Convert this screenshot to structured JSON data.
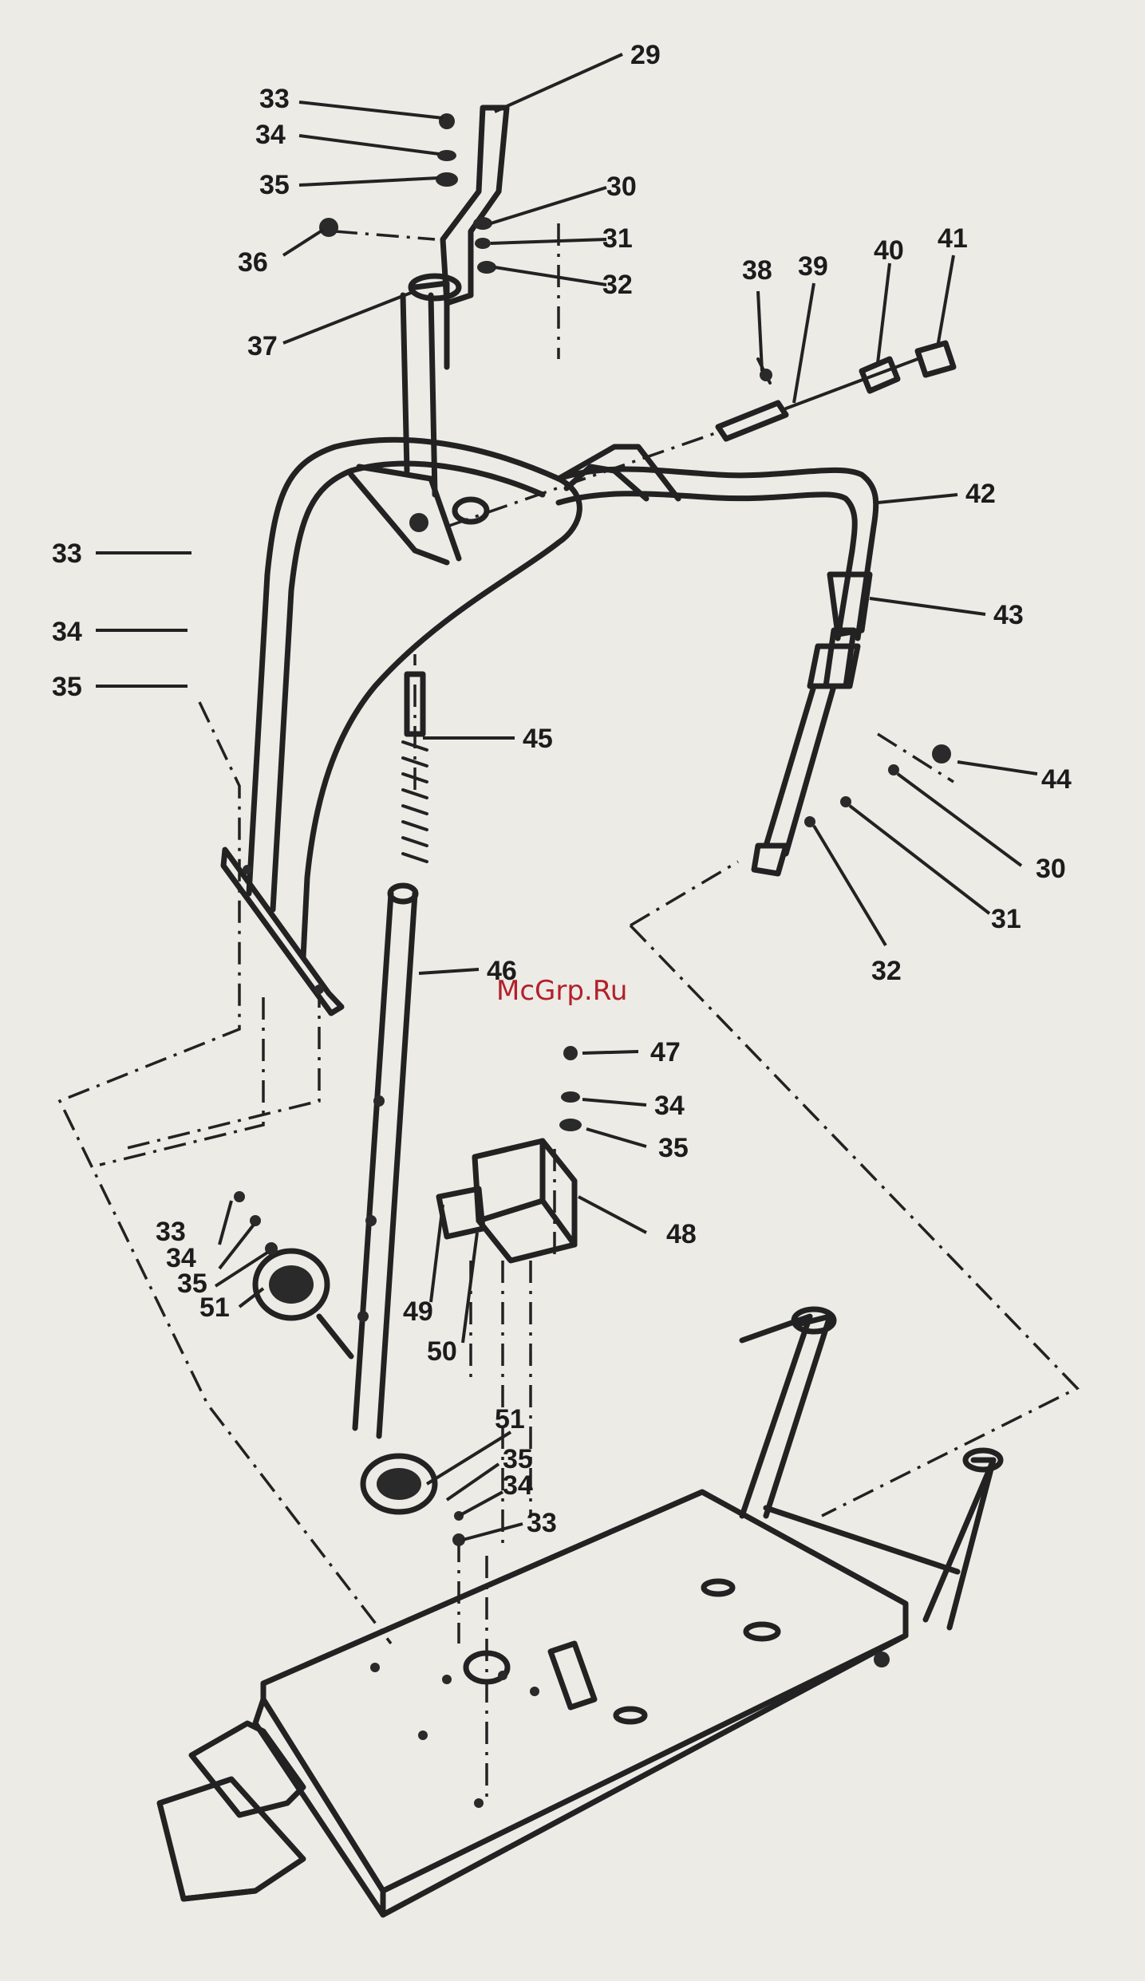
{
  "watermark": "McGrp.Ru",
  "callouts": [
    {
      "id": "c29",
      "text": "29"
    },
    {
      "id": "c30a",
      "text": "30"
    },
    {
      "id": "c31a",
      "text": "31"
    },
    {
      "id": "c32a",
      "text": "32"
    },
    {
      "id": "c33a",
      "text": "33"
    },
    {
      "id": "c34a",
      "text": "34"
    },
    {
      "id": "c35a",
      "text": "35"
    },
    {
      "id": "c36",
      "text": "36"
    },
    {
      "id": "c37",
      "text": "37"
    },
    {
      "id": "c38",
      "text": "38"
    },
    {
      "id": "c39",
      "text": "39"
    },
    {
      "id": "c40",
      "text": "40"
    },
    {
      "id": "c41",
      "text": "41"
    },
    {
      "id": "c42",
      "text": "42"
    },
    {
      "id": "c43",
      "text": "43"
    },
    {
      "id": "c33b",
      "text": "33"
    },
    {
      "id": "c34b",
      "text": "34"
    },
    {
      "id": "c35b",
      "text": "35"
    },
    {
      "id": "c45",
      "text": "45"
    },
    {
      "id": "c44",
      "text": "44"
    },
    {
      "id": "c30b",
      "text": "30"
    },
    {
      "id": "c31b",
      "text": "31"
    },
    {
      "id": "c32b",
      "text": "32"
    },
    {
      "id": "c46",
      "text": "46"
    },
    {
      "id": "c47",
      "text": "47"
    },
    {
      "id": "c34c",
      "text": "34"
    },
    {
      "id": "c35c",
      "text": "35"
    },
    {
      "id": "c48",
      "text": "48"
    },
    {
      "id": "c33c",
      "text": "33"
    },
    {
      "id": "c34d",
      "text": "34"
    },
    {
      "id": "c35d",
      "text": "35"
    },
    {
      "id": "c51a",
      "text": "51"
    },
    {
      "id": "c49",
      "text": "49"
    },
    {
      "id": "c50",
      "text": "50"
    },
    {
      "id": "c51b",
      "text": "51"
    },
    {
      "id": "c35e",
      "text": "35"
    },
    {
      "id": "c34e",
      "text": "34"
    },
    {
      "id": "c33d",
      "text": "33"
    }
  ]
}
